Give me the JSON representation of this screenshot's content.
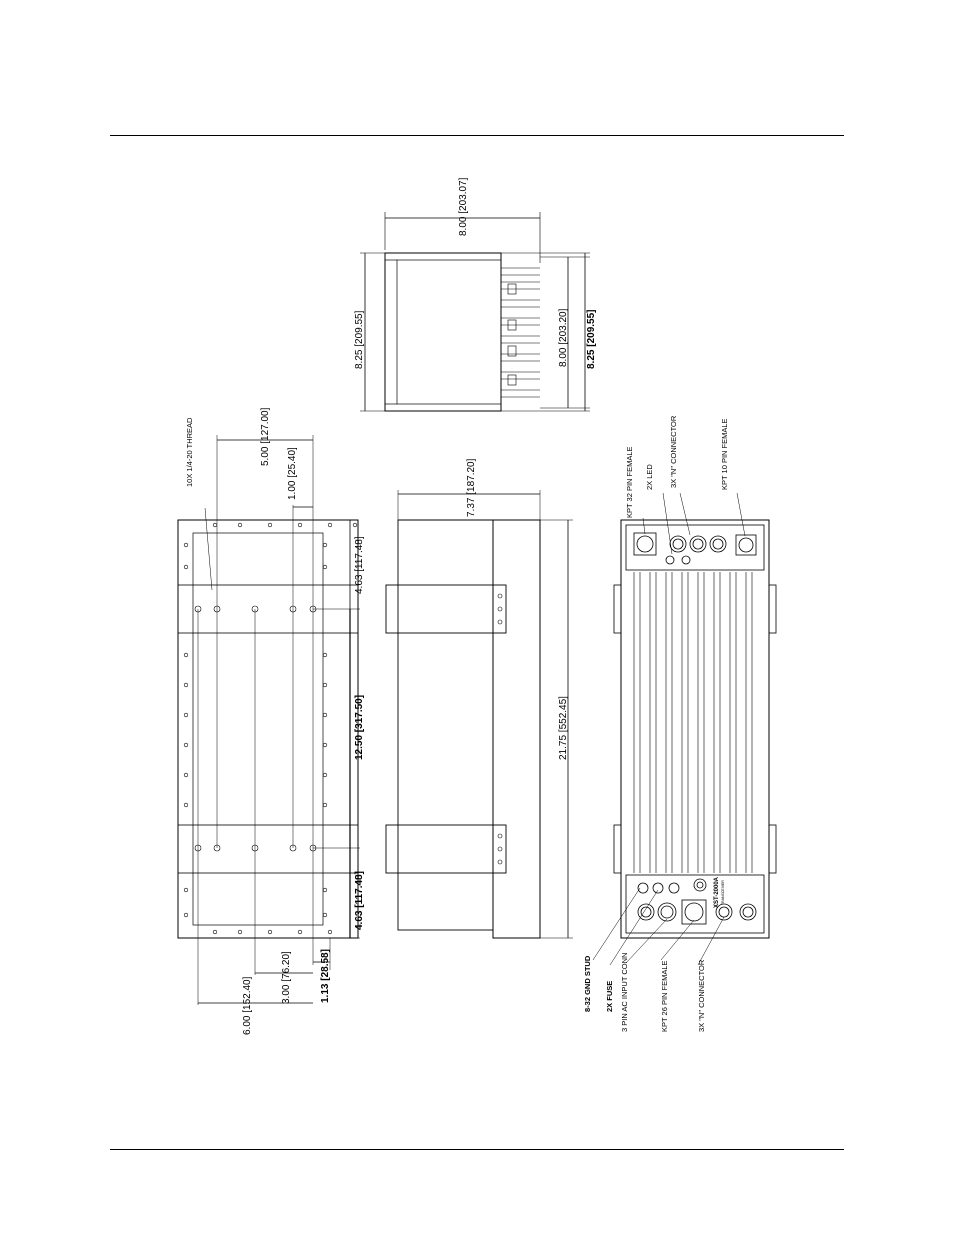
{
  "drawing": {
    "colors": {
      "line": "#000000",
      "paper": "#ffffff",
      "face": "#d9d9d9"
    },
    "top_view": {
      "thread_callout": "10X 1/4-20 THREAD",
      "dims": {
        "d_5_00": "5.00 [127.00]",
        "d_1_00": "1.00 [25.40]",
        "d_4_63_top": "4.63 [117.48]",
        "d_12_50": "12.50 [317.50]",
        "d_4_63_bottom": "4.63 [117.48]",
        "d_1_13": "1.13 [28.58]",
        "d_3_00": "3.00 [76.20]",
        "d_6_00": "6.00 [152.40]"
      }
    },
    "end_view": {
      "dims": {
        "d_8_00_width": "8.00 [203.07]",
        "d_8_25_left": "8.25 [209.55]",
        "d_8_00_height": "8.00 [203.20]",
        "d_8_25_right": "8.25 [209.55]"
      }
    },
    "side_view": {
      "dims": {
        "d_7_37": "7.37 [187.20]",
        "d_21_75": "21.75 [552.45]"
      }
    },
    "front_view": {
      "callouts_top": {
        "kpt32": "KPT 32 PIN FEMALE",
        "led": "2X LED",
        "n_conn_top": "3X \"N\" CONNECTOR",
        "kpt10": "KPT 10 PIN FEMALE"
      },
      "callouts_bottom": {
        "gnd_stud": "8-32 GND STUD",
        "fuse": "2X FUSE",
        "ac_input": "3 PIN AC INPUT CONN",
        "kpt26": "KPT 26 PIN FEMALE",
        "n_conn_bottom": "3X \"N\" CONNECTOR"
      },
      "panel_labels": {
        "model": "XST-2000A",
        "subtitle": "TRANSCEIVER"
      }
    }
  }
}
